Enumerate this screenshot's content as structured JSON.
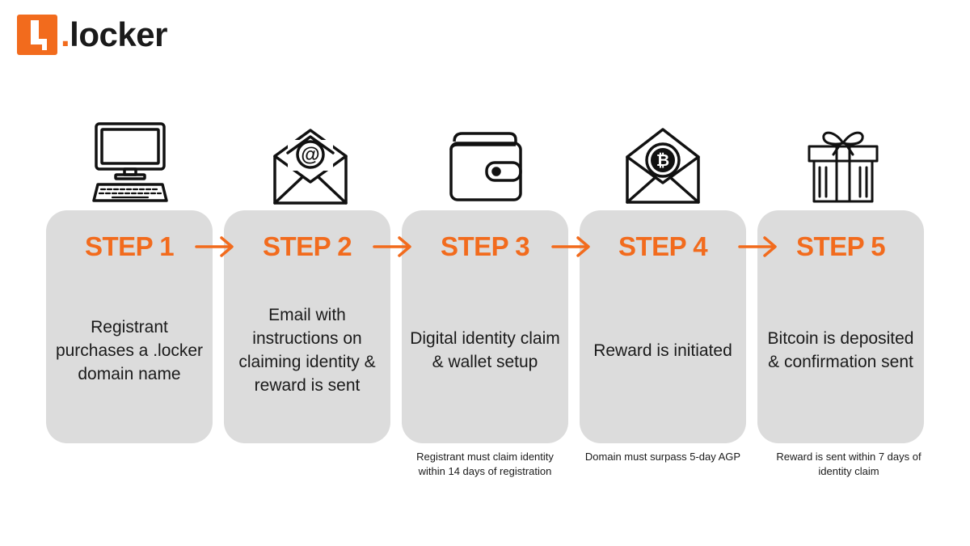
{
  "brand": {
    "logo_text": "locker",
    "logo_dot": ".",
    "accent_color": "#f26b1d",
    "card_color": "#dcdcdc"
  },
  "steps": [
    {
      "title": "STEP 1",
      "description": "Registrant purchases a .locker domain name",
      "icon": "computer-icon",
      "note": ""
    },
    {
      "title": "STEP 2",
      "description": "Email with instructions on claiming identity & reward is sent",
      "icon": "email-at-icon",
      "note": ""
    },
    {
      "title": "STEP 3",
      "description": "Digital identity claim & wallet setup",
      "icon": "wallet-icon",
      "note": "Registrant must claim identity within 14 days of registration"
    },
    {
      "title": "STEP 4",
      "description": "Reward is initiated",
      "icon": "bitcoin-envelope-icon",
      "note": "Domain must surpass 5-day AGP"
    },
    {
      "title": "STEP 5",
      "description": "Bitcoin is deposited & confirmation sent",
      "icon": "gift-icon",
      "note": "Reward is sent within 7 days of identity claim"
    }
  ]
}
